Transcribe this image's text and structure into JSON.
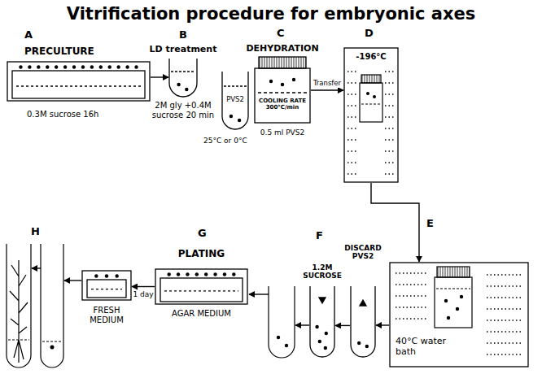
{
  "diagram": {
    "title": "Vitrification procedure for embryonic axes",
    "nodes": [
      {
        "text": [
          "PRECULTURE",
          "0.3M sucrose 16h"
        ]
      },
      {
        "text": [
          "LD treatment",
          "2M gly +0.4M sucrose 20 min"
        ]
      },
      {
        "text": [
          "PVS2"
        ]
      },
      {
        "text": [
          "DEHYDRATION",
          "COOLING RATE 300°C/min",
          "0.5 ml PVS2"
        ]
      },
      {
        "text": [
          "-196°C"
        ]
      },
      {
        "text": [
          "40°C water bath"
        ]
      },
      {
        "text": [
          "DISCARD PVS2"
        ]
      },
      {
        "text": [
          "1.2M SUCROSE"
        ]
      },
      {
        "text": [
          "PLATING",
          "AGAR MEDIUM"
        ]
      },
      {
        "text": [
          "FRESH MEDIUM"
        ]
      }
    ],
    "edges": [
      {
        "from": 0,
        "to": 1,
        "arrow": "to"
      },
      {
        "from": 3,
        "to": 4,
        "label": "Transfer",
        "arrow": "to"
      },
      {
        "from": 4,
        "to": 5,
        "arrow": "to"
      },
      {
        "from": 5,
        "to": 6,
        "arrow": "to"
      },
      {
        "from": 6,
        "to": 7,
        "arrow": "to"
      },
      {
        "from": 8,
        "to": 9,
        "label": "1 day",
        "arrow": "to"
      }
    ],
    "labels": [
      "A",
      "B",
      "C",
      "D",
      "E",
      "F",
      "G",
      "H",
      "25°C or 0°C"
    ]
  }
}
